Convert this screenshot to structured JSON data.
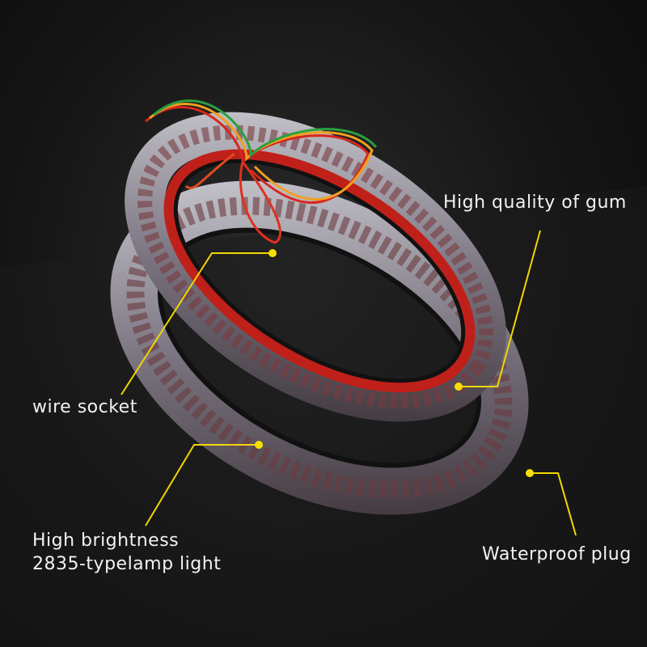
{
  "callouts": {
    "gum": "High quality of gum",
    "wire_socket": "wire socket",
    "brightness_line1": "High brightness",
    "brightness_line2": "2835-typelamp light",
    "plug": "Waterproof plug"
  },
  "colors": {
    "callout_line": "#f2d600",
    "background": "#151515",
    "wire_red": "#d8261e",
    "strip_gray": "#9a9aa0"
  }
}
